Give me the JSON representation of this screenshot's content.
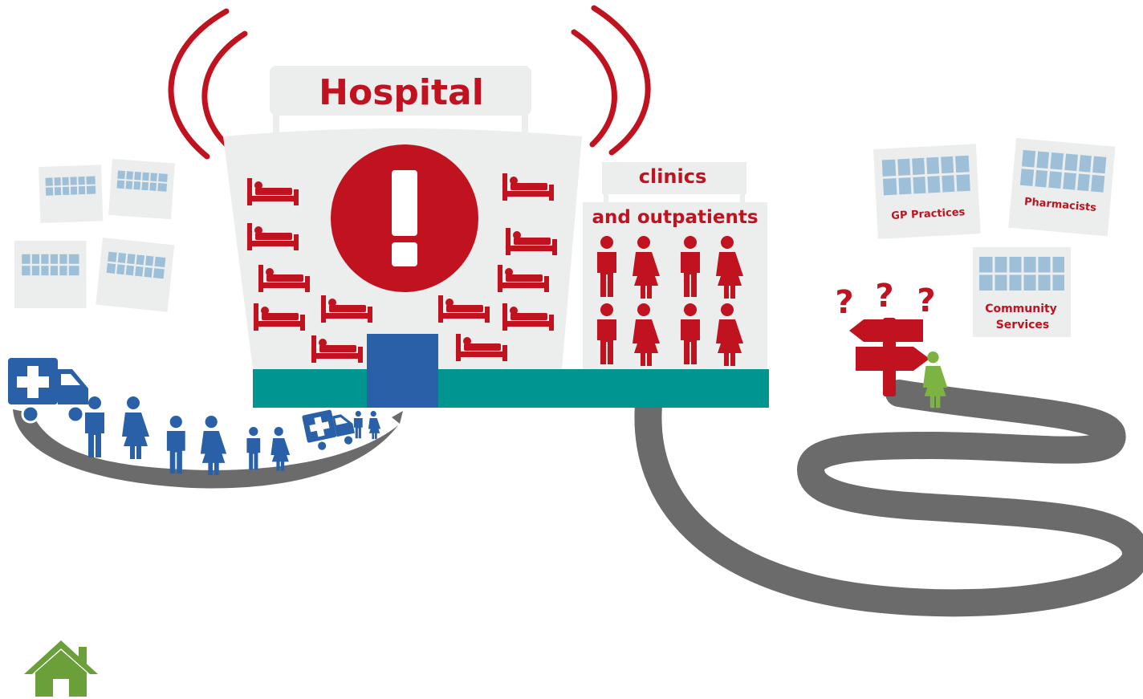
{
  "hospital": {
    "title": "Hospital"
  },
  "clinics": {
    "line1": "clinics",
    "line2": "and outpatients"
  },
  "services": {
    "gp": "GP Practices",
    "pharmacists": "Pharmacists",
    "community_line1": "Community",
    "community_line2": "Services"
  },
  "questions": [
    "?",
    "?",
    "?"
  ],
  "colors": {
    "red": "#c0121f",
    "blue": "#2a60a8",
    "teal": "#00968f",
    "grey_building": "#eceeee",
    "road": "#6b6b6b",
    "green": "#7cb342",
    "window_blue": "#9dbfd8"
  },
  "icons": [
    "home-icon",
    "ambulance-icon",
    "bed-icon",
    "exclamation-icon",
    "person-icon",
    "signpost-icon"
  ]
}
